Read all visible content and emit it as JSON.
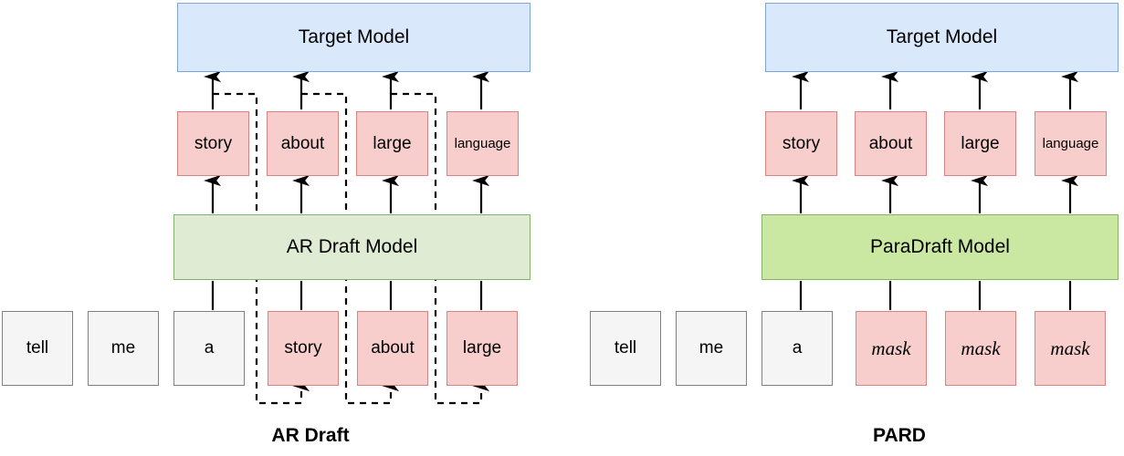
{
  "figure": {
    "title": "AR Draft vs PARD speculative decoding diagram",
    "colors": {
      "target_fill": "#dae8fc",
      "target_stroke": "#7ea6d9",
      "draft_ar_fill": "#e0ebd3",
      "draft_pard_fill": "#cbe8a2",
      "draft_stroke": "#82b366",
      "token_pink_fill": "#f8cecc",
      "token_pink_stroke": "#d9827f",
      "token_gray_fill": "#f5f5f5",
      "token_gray_stroke": "#808080",
      "arrow_color": "#000000",
      "dashed_color": "#000000"
    }
  },
  "left_panel": {
    "caption": "AR Draft",
    "target_model_label": "Target Model",
    "draft_model_label": "AR Draft Model",
    "output_tokens": [
      {
        "text": "story",
        "size": "normal"
      },
      {
        "text": "about",
        "size": "normal"
      },
      {
        "text": "large",
        "size": "normal"
      },
      {
        "text": "language",
        "size": "small"
      }
    ],
    "input_tokens": [
      {
        "text": "tell",
        "kind": "context"
      },
      {
        "text": "me",
        "kind": "context"
      },
      {
        "text": "a",
        "kind": "context"
      },
      {
        "text": "story",
        "kind": "draft"
      },
      {
        "text": "about",
        "kind": "draft"
      },
      {
        "text": "large",
        "kind": "draft"
      }
    ]
  },
  "right_panel": {
    "caption": "PARD",
    "target_model_label": "Target Model",
    "draft_model_label": "ParaDraft Model",
    "output_tokens": [
      {
        "text": "story",
        "size": "normal"
      },
      {
        "text": "about",
        "size": "normal"
      },
      {
        "text": "large",
        "size": "normal"
      },
      {
        "text": "language",
        "size": "small"
      }
    ],
    "input_tokens": [
      {
        "text": "tell",
        "kind": "context"
      },
      {
        "text": "me",
        "kind": "context"
      },
      {
        "text": "a",
        "kind": "context"
      },
      {
        "text": "mask",
        "kind": "mask"
      },
      {
        "text": "mask",
        "kind": "mask"
      },
      {
        "text": "mask",
        "kind": "mask"
      }
    ]
  }
}
